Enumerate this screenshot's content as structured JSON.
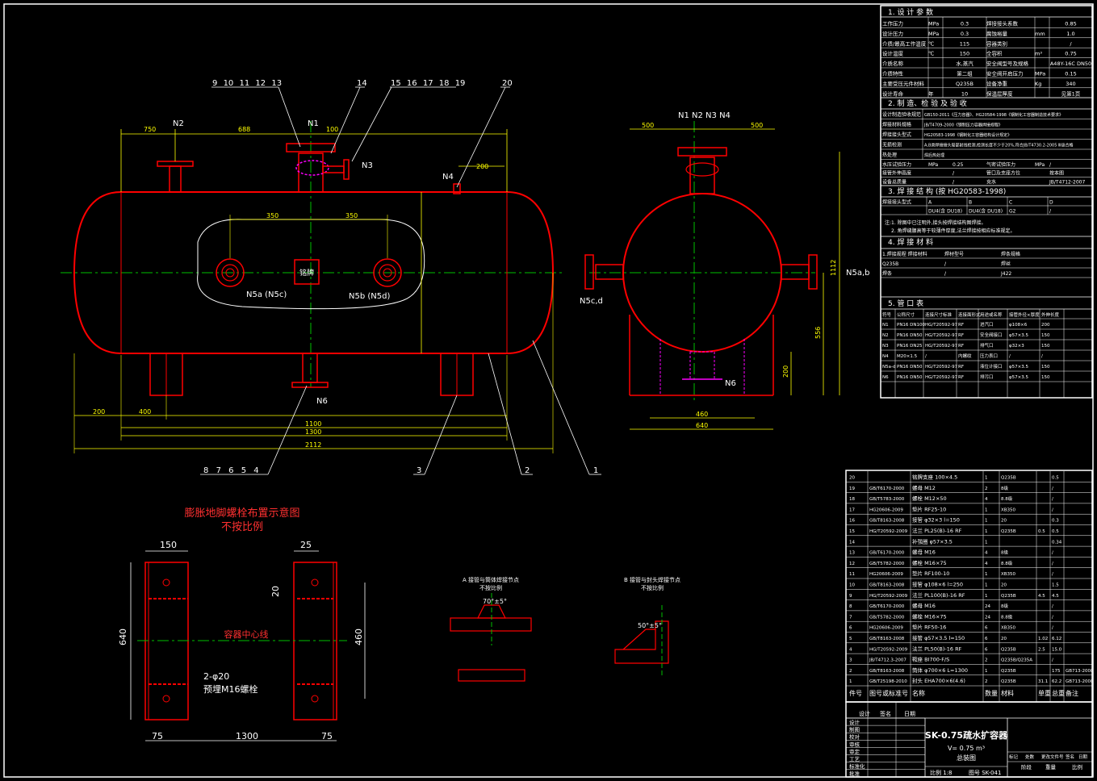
{
  "colors": {
    "background": "#000000",
    "frame": "#ffffff",
    "vessel": "#ff0000",
    "dimension": "#ffff00",
    "centerline": "#00c000",
    "nozzle_inner": "#ff00ff",
    "text": "#ffffff"
  },
  "front_view": {
    "leaders_top_left": [
      "9",
      "10",
      "11",
      "12",
      "13"
    ],
    "leader_14": "14",
    "leaders_top_mid": [
      "15",
      "16",
      "17",
      "18",
      "19"
    ],
    "leader_20": "20",
    "nozzle_n1": "N1",
    "nozzle_n2": "N2",
    "nozzle_n3": "N3",
    "nozzle_n4": "N4",
    "nozzle_n5a": "N5a (N5c)",
    "nozzle_n5b": "N5b (N5d)",
    "nozzle_n6": "N6",
    "nameplate": "铭牌",
    "dim_750": "750",
    "dim_688": "688",
    "dim_100": "100",
    "dim_200": "200",
    "dim_350_left": "350",
    "dim_350_right": "350",
    "dim_1100": "1100",
    "dim_1300": "1300",
    "dim_2112": "2112",
    "dim_200_bottom": "200",
    "dim_400": "400",
    "leaders_bottom_left": [
      "8",
      "7",
      "6",
      "5",
      "4"
    ],
    "leader_3": "3",
    "leader_2": "2",
    "leader_1": "1"
  },
  "side_view": {
    "nozzles_top": "N1 N2 N3 N4",
    "dim_left": "500",
    "dim_right": "500",
    "label_n5cd": "N5c,d",
    "label_n5ab": "N5a,b",
    "label_n6": "N6",
    "dim_460": "460",
    "dim_640": "640",
    "dim_1112": "1112",
    "dim_556": "556",
    "dim_200": "200"
  },
  "anchor_plan": {
    "title_line1": "膨胀地脚螺栓布置示意图",
    "title_line2": "不按比例",
    "dim_150": "150",
    "dim_25": "25",
    "dim_20": "20",
    "dim_640": "640",
    "dim_460": "460",
    "centerline_label": "容器中心线",
    "bolt_note_line1": "2-φ20",
    "bolt_note_line2": "预埋M16螺栓",
    "dim_75_left": "75",
    "dim_1300": "1300",
    "dim_75_right": "75"
  },
  "weld_details": {
    "detail_a_title": "A 接管与筒体焊接节点",
    "detail_a_sub": "不按比例",
    "detail_a_angle": "70°±5°",
    "detail_b_title": "B 接管与封头焊接节点",
    "detail_b_sub": "不按比例",
    "detail_b_angle": "50°±5°"
  },
  "design_params": {
    "section1": "1. 设 计 参 数",
    "rows": [
      [
        "工作压力",
        "MPa",
        "0.3",
        "焊接接头系数",
        "",
        "0.85"
      ],
      [
        "设计压力",
        "MPa",
        "0.3",
        "腐蚀裕量",
        "mm",
        "1.0"
      ],
      [
        "介质/最高工作温度",
        "℃",
        "115",
        "容器类别",
        "",
        "/"
      ],
      [
        "设计温度",
        "℃",
        "150",
        "全容积",
        "m³",
        "0.75"
      ],
      [
        "介质名称",
        "",
        "水,蒸汽",
        "安全阀型号及规格",
        "",
        "A48Y-16C DN50"
      ],
      [
        "介质特性",
        "",
        "第二组",
        "安全阀开启压力",
        "MPa",
        "0.15"
      ],
      [
        "主要受压元件材料",
        "",
        "Q235B",
        "设备净重",
        "Kg",
        "340"
      ],
      [
        "设计寿命",
        "年",
        "10",
        "保温层厚度",
        "",
        "见第1页"
      ]
    ],
    "section2": "2. 制 造、检 验 及 验 收",
    "mfg_rows": [
      [
        "设计制造验收规范",
        "GB150-2011《压力容器》、HG20584-1998《钢制化工容器制造技术要求》"
      ],
      [
        "焊接材料规格",
        "JB/T4709-2000《钢制压力容器焊接规程》"
      ],
      [
        "焊接接头型式",
        "HG20583-1998《钢制化工容器结构设计规定》"
      ],
      [
        "无损检测",
        "A,B类焊接接头局部射线检测,检测长度不少于20%,符合JB/T4730.2-2005 Ⅲ级合格"
      ],
      [
        "热处理",
        "焊后热处理"
      ]
    ],
    "test_rows": [
      [
        "水压试验压力",
        "MPa",
        "0.25",
        "气密试验压力",
        "MPa",
        "/"
      ],
      [
        "接管外伸高度",
        "",
        "/",
        "管口及支座方位",
        "",
        "按本图"
      ],
      [
        "设备总质量",
        "",
        "/",
        "充水",
        "",
        "JB/T4712-2007"
      ]
    ],
    "section3": "3. 焊 接 结 构 (按 HG20583-1998)",
    "weld_rows": [
      [
        "焊接接头型式",
        "A",
        "B",
        "C",
        "D"
      ],
      [
        "",
        "DU4(含 DU18)",
        "DU4(含 DU18)",
        "G2",
        "/"
      ]
    ],
    "weld_notes": [
      "注:1. 除图中已注明外,接头按焊接结构图焊接。",
      "2. 角焊缝腰高等于较薄件厚度,法兰焊接按相应标准规定。"
    ],
    "section4": "4. 焊 接 材 料",
    "material_rows": [
      [
        "1.焊接规程 焊接材料",
        "焊材型号",
        "焊条规格"
      ],
      [
        "Q235B",
        "/",
        "焊丝"
      ],
      [
        "焊条",
        "/",
        "J422"
      ]
    ],
    "section5": "5. 管 口 表",
    "nozzle_header": [
      "符号",
      "公称尺寸",
      "连接尺寸标准",
      "连接面形式",
      "用途或名称",
      "接管外径×厚度",
      "外伸长度"
    ],
    "nozzle_rows": [
      [
        "N1",
        "PN16 DN100",
        "HG/T20592-97",
        "RF",
        "进汽口",
        "φ108×6",
        "200"
      ],
      [
        "N2",
        "PN16 DN50",
        "HG/T20592-97",
        "RF",
        "安全阀接口",
        "φ57×3.5",
        "150"
      ],
      [
        "N3",
        "PN16 DN25",
        "HG/T20592-97",
        "RF",
        "排气口",
        "φ32×3",
        "150"
      ],
      [
        "N4",
        "M20×1.5",
        "/",
        "内螺纹",
        "压力表口",
        "/",
        "/"
      ],
      [
        "N5a-d",
        "PN16 DN50",
        "HG/T20592-97",
        "RF",
        "液位计接口",
        "φ57×3.5",
        "150"
      ],
      [
        "N6",
        "PN16 DN50",
        "HG/T20592-97",
        "RF",
        "排污口",
        "φ57×3.5",
        "150"
      ]
    ]
  },
  "parts_list": {
    "header": [
      "件号",
      "图号或标准号",
      "名称",
      "数量",
      "材料",
      "单重",
      "总重",
      "备注"
    ],
    "rows": [
      [
        "20",
        "",
        "铭牌支座 100×4.5",
        "1",
        "Q235B",
        "",
        "0.5",
        ""
      ],
      [
        "19",
        "GB/T6170-2000",
        "螺母 M12",
        "2",
        "8级",
        "",
        "/",
        ""
      ],
      [
        "18",
        "GB/T5783-2000",
        "螺栓 M12×50",
        "4",
        "8.8级",
        "",
        "/",
        ""
      ],
      [
        "17",
        "HG20606-2009",
        "垫片 RF25-10",
        "1",
        "XB350",
        "",
        "/",
        ""
      ],
      [
        "16",
        "GB/T8163-2008",
        "接管 φ32×3 l=150",
        "1",
        "20",
        "",
        "0.3",
        ""
      ],
      [
        "15",
        "HG/T20592-2009",
        "法兰 PL25(B)-16 RF",
        "1",
        "Q235B",
        "0.5",
        "0.5",
        ""
      ],
      [
        "14",
        "",
        "补强圈 φ57×3.5",
        "1",
        "",
        "",
        "0.34",
        ""
      ],
      [
        "13",
        "GB/T6170-2000",
        "螺母 M16",
        "4",
        "8级",
        "",
        "/",
        ""
      ],
      [
        "12",
        "GB/T5782-2000",
        "螺栓 M16×75",
        "4",
        "8.8级",
        "",
        "/",
        ""
      ],
      [
        "11",
        "HG20606-2009",
        "垫片 RF100-10",
        "1",
        "XB350",
        "",
        "/",
        ""
      ],
      [
        "10",
        "GB/T8163-2008",
        "接管 φ108×6 l=250",
        "1",
        "20",
        "",
        "1.5",
        ""
      ],
      [
        "9",
        "HG/T20592-2009",
        "法兰 PL100(B)-16 RF",
        "1",
        "Q235B",
        "4.5",
        "4.5",
        ""
      ],
      [
        "8",
        "GB/T6170-2000",
        "螺母 M16",
        "24",
        "8级",
        "",
        "/",
        ""
      ],
      [
        "7",
        "GB/T5782-2000",
        "螺栓 M16×75",
        "24",
        "8.8级",
        "",
        "/",
        ""
      ],
      [
        "6",
        "HG20606-2009",
        "垫片 RF50-16",
        "6",
        "XB350",
        "",
        "/",
        ""
      ],
      [
        "5",
        "GB/T8163-2008",
        "接管 φ57×3.5 l=150",
        "6",
        "20",
        "1.02",
        "6.12",
        ""
      ],
      [
        "4",
        "HG/T20592-2009",
        "法兰 PL50(B)-16 RF",
        "6",
        "Q235B",
        "2.5",
        "15.0",
        ""
      ],
      [
        "3",
        "JB/T4712.3-2007",
        "鞍座 BI700-F/S",
        "2",
        "Q235B/Q235A",
        "",
        "/",
        ""
      ],
      [
        "2",
        "GB/T8163-2008",
        "筒体 φ700×6 L=1300",
        "1",
        "Q235B",
        "",
        "175",
        "GB713-2008"
      ],
      [
        "1",
        "GB/T25198-2010",
        "封头 EHA700×6(4.6)",
        "2",
        "Q235B",
        "31.1",
        "62.2",
        "GB713-2008"
      ]
    ]
  },
  "title_block": {
    "drawing_name": "SK-0.75疏水扩容器",
    "volume": "V= 0.75 m³",
    "sheet": "总装图",
    "scale": "比例 1:8",
    "drawing_no": "图号 SK-041",
    "role_labels": [
      "设计",
      "制图",
      "校对",
      "审核",
      "审定",
      "工艺",
      "标准化",
      "批准"
    ],
    "header_cells": [
      "设计",
      "签名",
      "日期"
    ],
    "right_header": [
      "标记",
      "处数",
      "更改文件号",
      "签名",
      "日期"
    ],
    "right_sub": [
      "阶段",
      "重量",
      "比例"
    ]
  }
}
